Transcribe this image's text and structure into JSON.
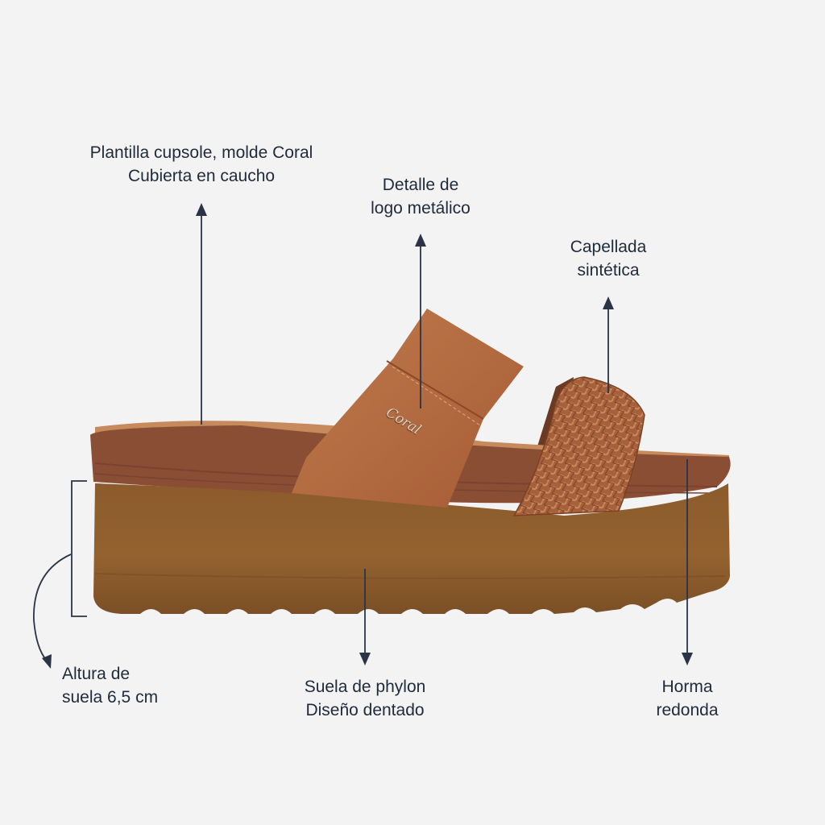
{
  "colors": {
    "background": "#f3f3f4",
    "text": "#1f2a3a",
    "arrow": "#2a3446",
    "sole": "#8f5f2f",
    "sole_dark": "#6e4622",
    "midsole": "#8a4e35",
    "cork": "#c68a5c",
    "strap": "#b36a3f",
    "woven": "#a95f3c"
  },
  "product": {
    "logo_text": "Coral"
  },
  "callouts": {
    "insole": {
      "line1": "Plantilla cupsole, molde Coral",
      "line2": "Cubierta en caucho"
    },
    "logo": {
      "line1": "Detalle de",
      "line2": "logo metálico"
    },
    "upper": {
      "line1": "Capellada",
      "line2": "sintética"
    },
    "sole_height": {
      "line1": "Altura de",
      "line2": "suela 6,5 cm"
    },
    "sole": {
      "line1": "Suela de phylon",
      "line2": "Diseño dentado"
    },
    "last": {
      "line1": "Horma",
      "line2": "redonda"
    }
  }
}
